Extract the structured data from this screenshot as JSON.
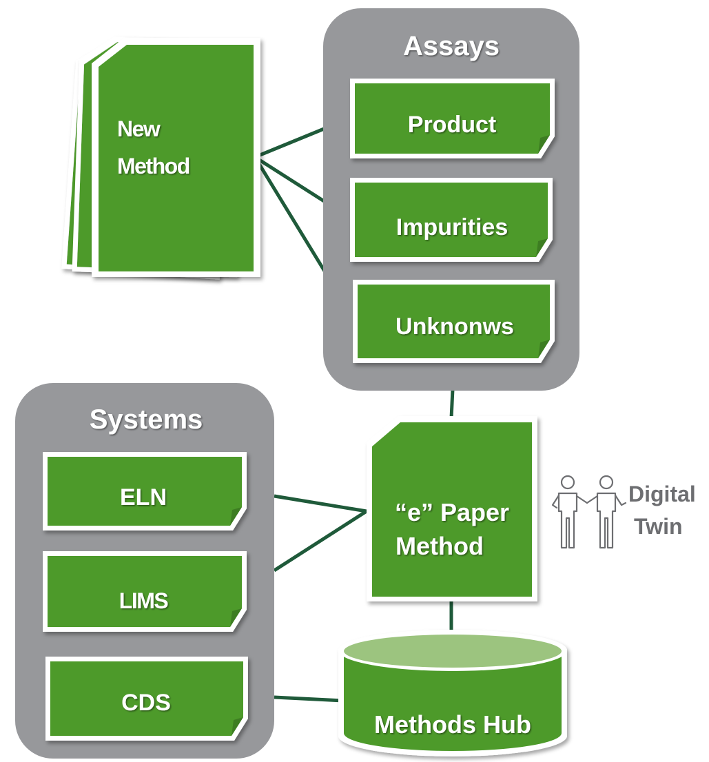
{
  "colors": {
    "panel": "#97989b",
    "green": "#4e9a2c",
    "green_light": "#9cc47f",
    "connector": "#1f5a3a",
    "text_gray": "#6d6e71",
    "white": "#ffffff"
  },
  "new_method": {
    "line1": "New",
    "line2": "Method"
  },
  "assays": {
    "title": "Assays",
    "items": [
      "Product",
      "Impurities",
      "Unknonws"
    ]
  },
  "systems": {
    "title": "Systems",
    "items": [
      "ELN",
      "LIMS",
      "CDS"
    ]
  },
  "e_paper": {
    "line1": "“e” Paper",
    "line2": "Method"
  },
  "digital_twin": {
    "line1": "Digital",
    "line2": "Twin",
    "icon": "two-people-icon"
  },
  "methods_hub": {
    "label": "Methods Hub",
    "icon": "database-cylinder-icon"
  }
}
